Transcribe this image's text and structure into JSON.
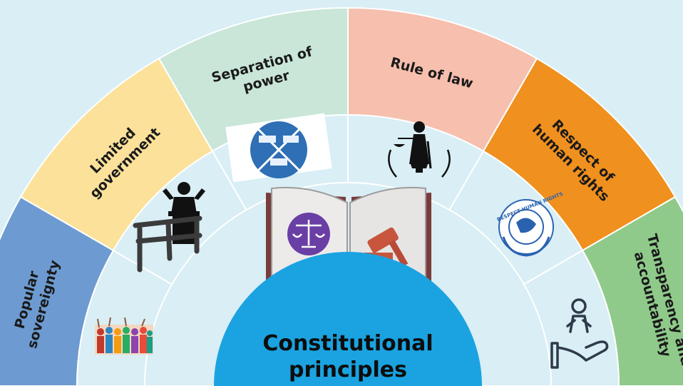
{
  "center": {
    "line1": "Constitutional",
    "line2": "principles",
    "color": "#1aa3e0"
  },
  "segments": [
    {
      "name": "popular-sovereignty",
      "lines": [
        "Popular",
        "sovereignty"
      ],
      "color": "#6d9bd1",
      "icon": "crowd-icon"
    },
    {
      "name": "limited-government",
      "lines": [
        "Limited",
        "government"
      ],
      "color": "#fbe19a",
      "icon": "speaker-podium-icon"
    },
    {
      "name": "separation-of-power",
      "lines": [
        "Separation of",
        "power"
      ],
      "color": "#c9e6d8",
      "icon": "government-buildings-icon"
    },
    {
      "name": "rule-of-law",
      "lines": [
        "Rule of law"
      ],
      "color": "#f6bfae",
      "icon": "lady-justice-icon"
    },
    {
      "name": "respect-of-human-rights",
      "lines": [
        "Respect of",
        "human rights"
      ],
      "color": "#f0901e",
      "icon": "human-rights-logo-icon"
    },
    {
      "name": "transparency-and-accountability",
      "lines": [
        "Transparency and",
        "accountability"
      ],
      "color": "#8fca8a",
      "icon": "hand-person-icon"
    }
  ],
  "logo_text": "RESPECT HUMAN RIGHTS",
  "book_icon": "law-book-icon"
}
